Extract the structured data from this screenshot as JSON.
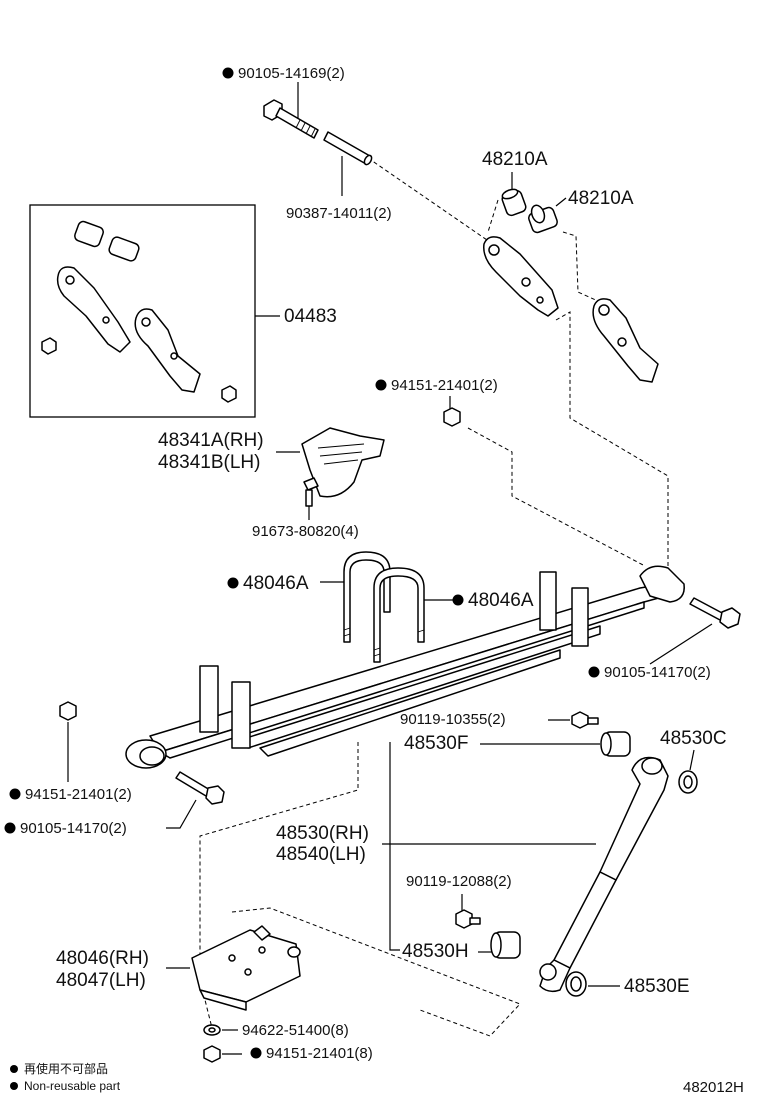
{
  "labels": {
    "bolt_top": "90105-14169(2)",
    "pin": "90387-14011(2)",
    "bush_a1": "48210A",
    "bush_a2": "48210A",
    "kit": "04483",
    "nut_upper": "94151-21401(2)",
    "bumper_rh": "48341A(RH)",
    "bumper_lh": "48341B(LH)",
    "bumper_bolt": "91673-80820(4)",
    "ubolt_left": "48046A",
    "ubolt_right": "48046A",
    "bolt_front": "90105-14170(2)",
    "nut_left": "94151-21401(2)",
    "bolt_left": "90105-14170(2)",
    "shock_nut_top": "90119-10355(2)",
    "bush_f": "48530F",
    "bush_c": "48530C",
    "shock_rh": "48530(RH)",
    "shock_lh": "48540(LH)",
    "shock_bolt_low": "90119-12088(2)",
    "bush_h": "48530H",
    "bush_e": "48530E",
    "seat_rh": "48046(RH)",
    "seat_lh": "48047(LH)",
    "washer": "94622-51400(8)",
    "nut_bottom": "94151-21401(8)"
  },
  "legend": {
    "line1": "再使用不可部品",
    "line2": "Non-reusable part"
  },
  "figure_id": "482012H"
}
